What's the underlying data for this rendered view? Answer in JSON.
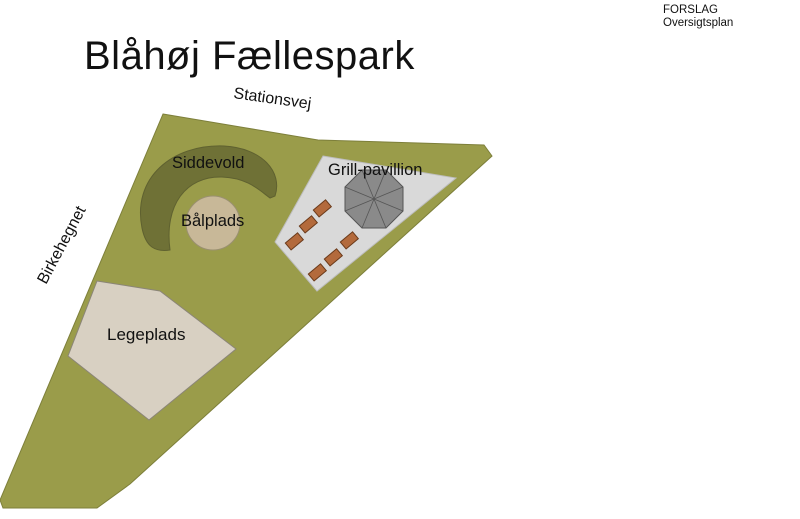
{
  "header": {
    "title": "Blåhøj Fællespark",
    "stamp_line1": "FORSLAG",
    "stamp_line2": "Oversigtsplan"
  },
  "roads": {
    "north": "Stationsvej",
    "west": "Birkehegnet"
  },
  "areas": {
    "siddevold": "Siddevold",
    "balplads": "Bålplads",
    "grill_pavillion": "Grill-pavillion",
    "legeplads": "Legeplads"
  },
  "colors": {
    "park_grass": "#9a9c4a",
    "seating_mound": "#6f7136",
    "fire_pit": "#c8b898",
    "playground": "#d8d0c2",
    "grill_area": "#d9d9d9",
    "pavilion_roof": "#8a8a8a",
    "benches": "#b36a3c"
  },
  "icons": {
    "pavilion": "octagon-roof-icon",
    "bench": "picnic-bench-icon"
  }
}
